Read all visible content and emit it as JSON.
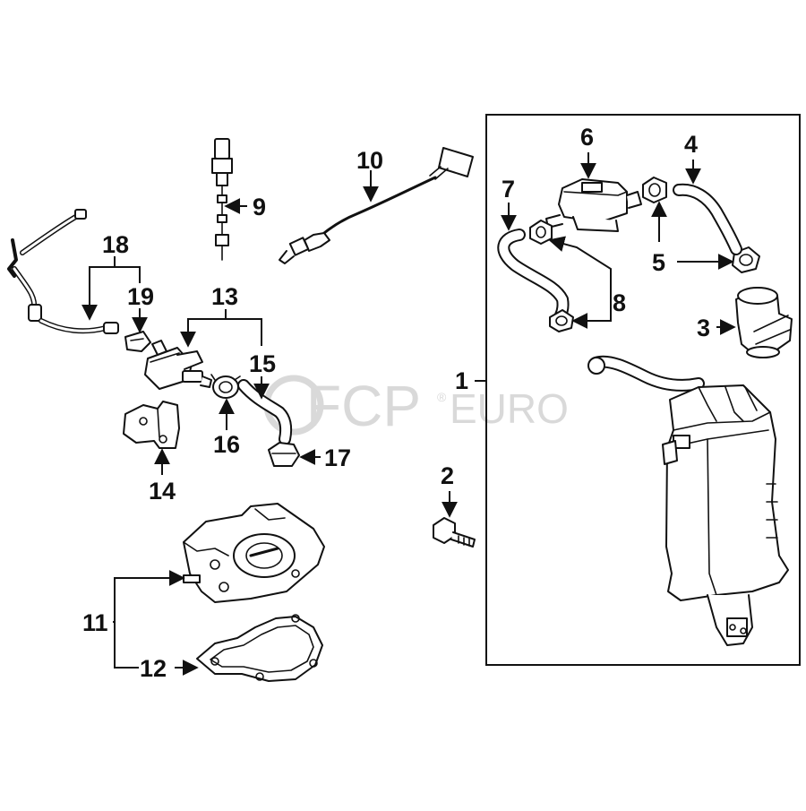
{
  "watermark": {
    "brand": "FCP",
    "suffix": "EURO",
    "registered": "®"
  },
  "callouts": [
    {
      "id": "1",
      "label": "1"
    },
    {
      "id": "2",
      "label": "2"
    },
    {
      "id": "3",
      "label": "3"
    },
    {
      "id": "4",
      "label": "4"
    },
    {
      "id": "5",
      "label": "5"
    },
    {
      "id": "6",
      "label": "6"
    },
    {
      "id": "7",
      "label": "7"
    },
    {
      "id": "8",
      "label": "8"
    },
    {
      "id": "9",
      "label": "9"
    },
    {
      "id": "10",
      "label": "10"
    },
    {
      "id": "11",
      "label": "11"
    },
    {
      "id": "12",
      "label": "12"
    },
    {
      "id": "13",
      "label": "13"
    },
    {
      "id": "14",
      "label": "14"
    },
    {
      "id": "15",
      "label": "15"
    },
    {
      "id": "16",
      "label": "16"
    },
    {
      "id": "17",
      "label": "17"
    },
    {
      "id": "18",
      "label": "18"
    },
    {
      "id": "19",
      "label": "19"
    }
  ],
  "colors": {
    "line": "#111111",
    "background": "#ffffff",
    "watermark": "#d9d9d9"
  }
}
